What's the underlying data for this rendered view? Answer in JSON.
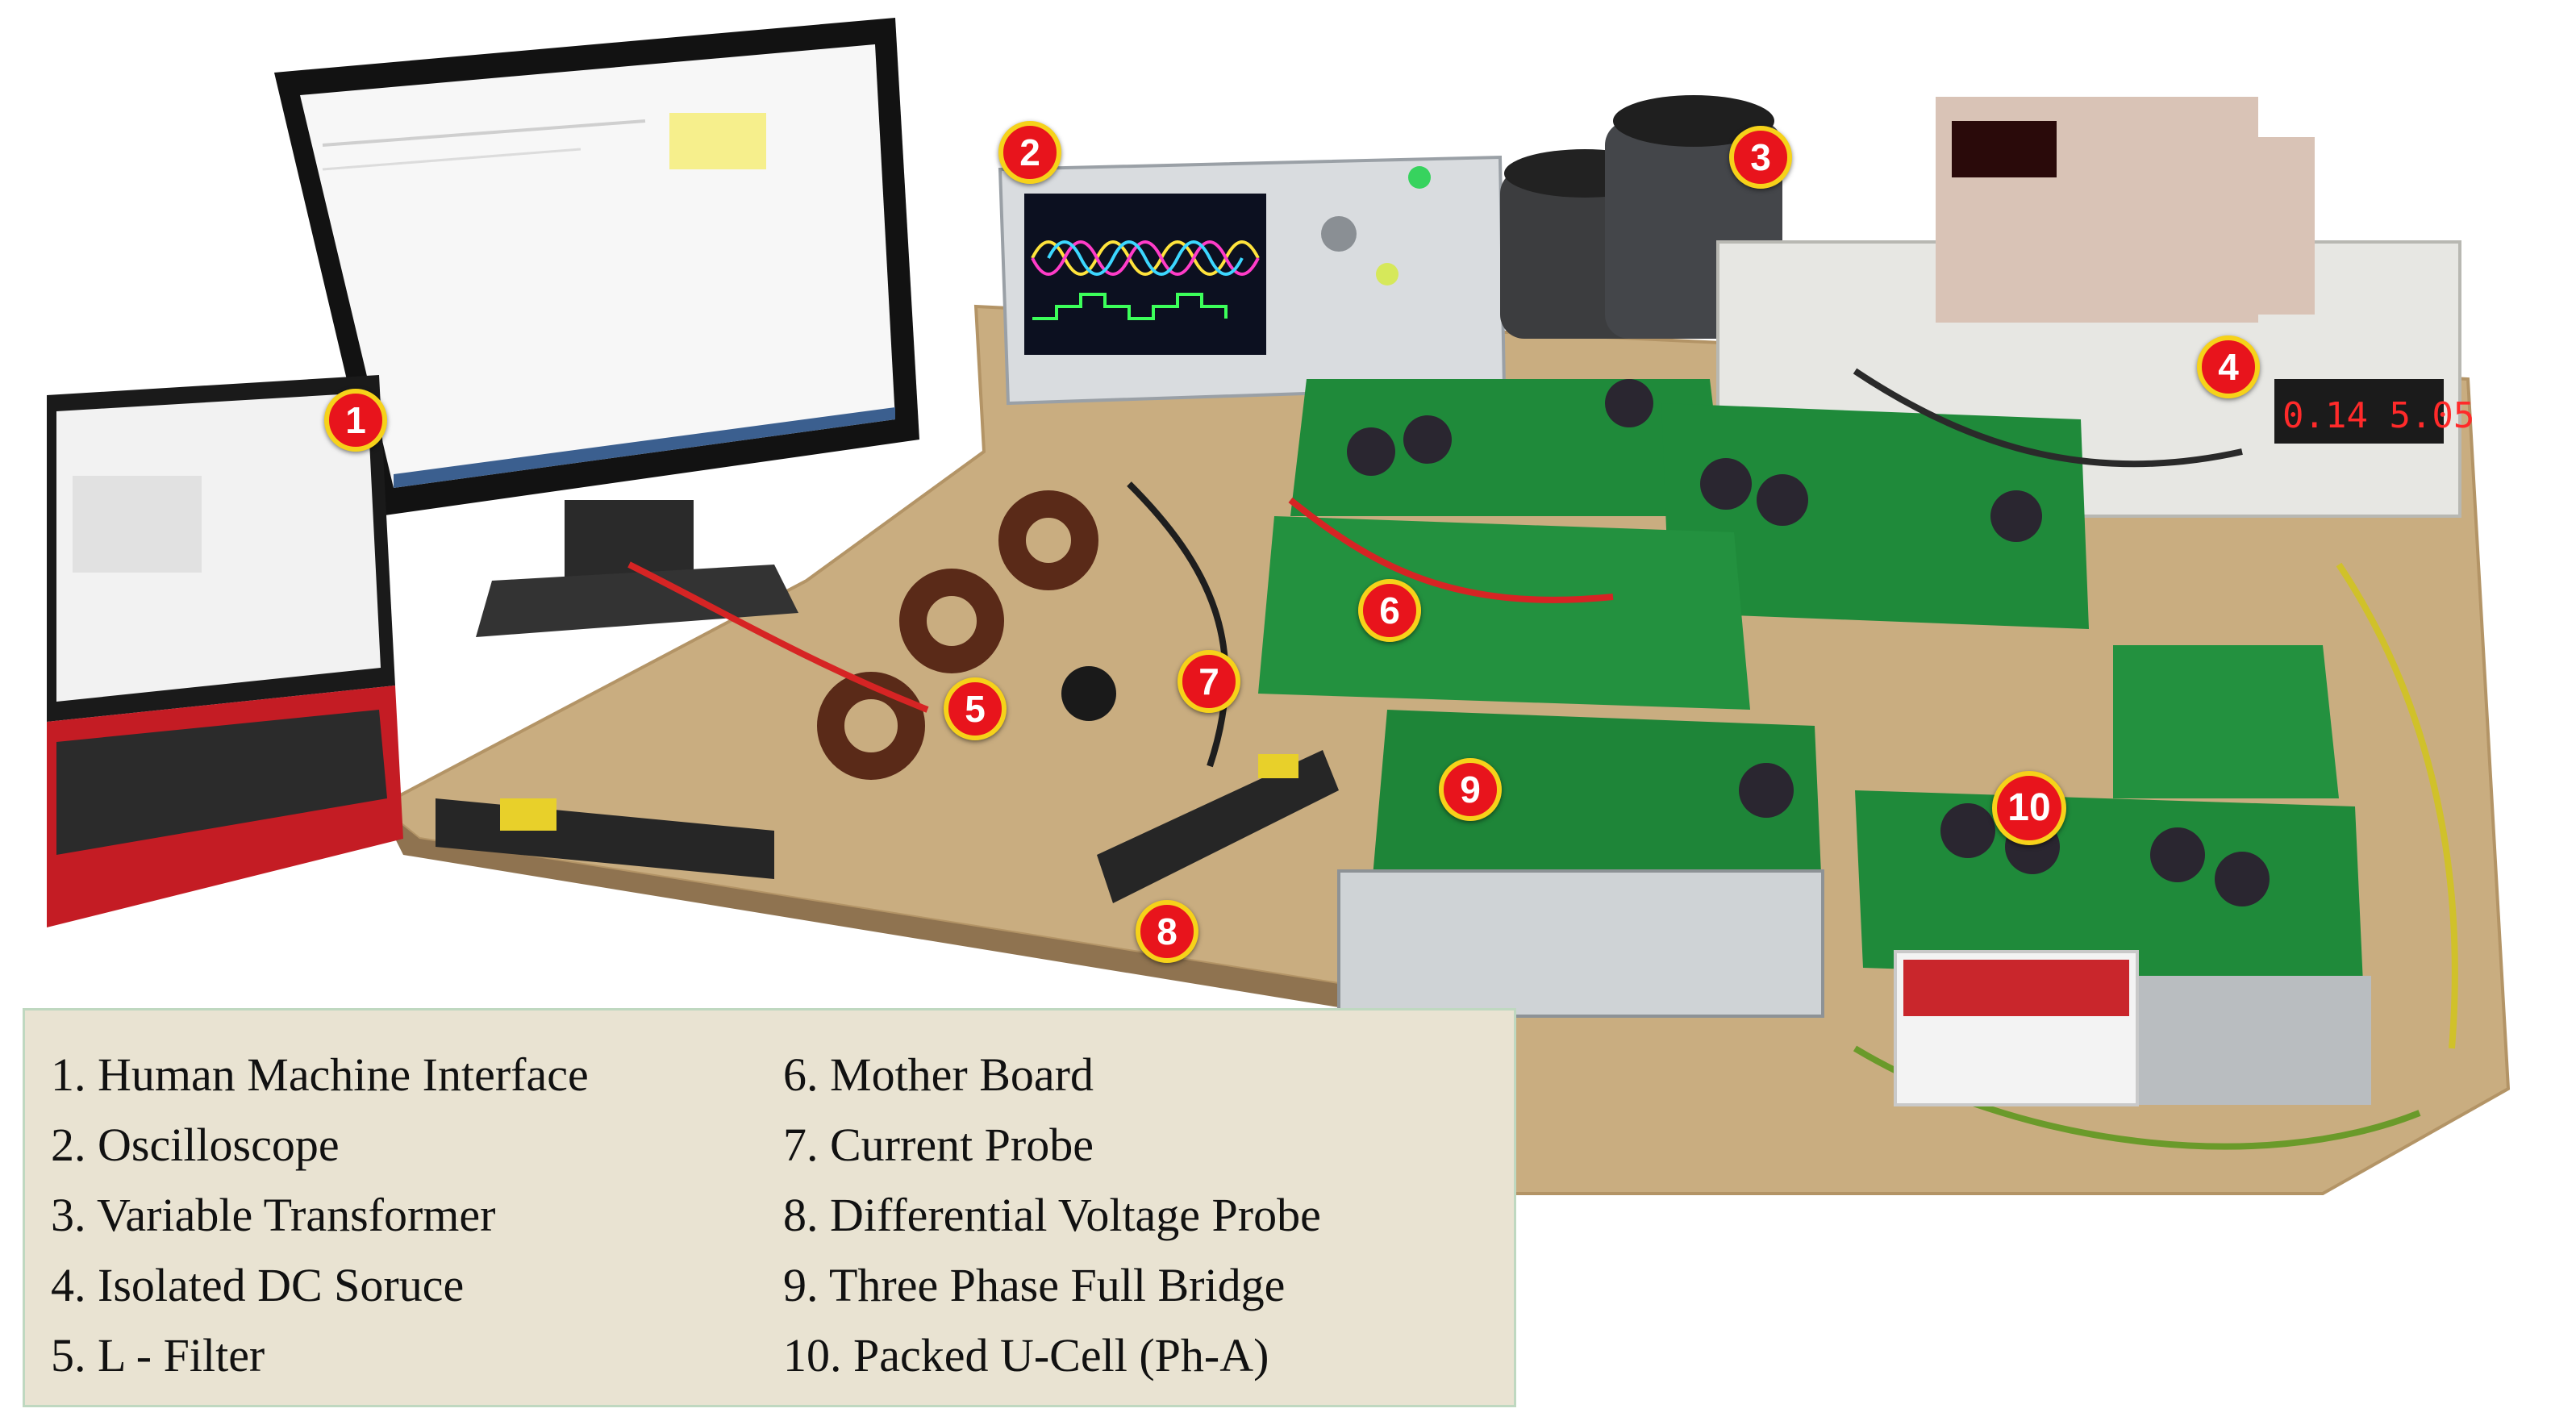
{
  "markers": [
    "1",
    "2",
    "3",
    "4",
    "5",
    "6",
    "7",
    "8",
    "9",
    "10"
  ],
  "legend": {
    "left": [
      "1. Human Machine Interface",
      "2. Oscilloscope",
      "3. Variable Transformer",
      "4. Isolated DC Soruce",
      "5. L - Filter"
    ],
    "right": [
      "6. Mother Board",
      "7. Current Probe",
      "8. Differential Voltage Probe",
      "9. Three Phase Full Bridge",
      "10. Packed U-Cell (Ph-A)"
    ]
  },
  "colors": {
    "marker_fill": "#e8141c",
    "marker_ring": "#f6d21a",
    "legend_bg": "#e9e3d2",
    "table_wood": "#c9ad80",
    "pcb_green": "#1f8a3a"
  }
}
